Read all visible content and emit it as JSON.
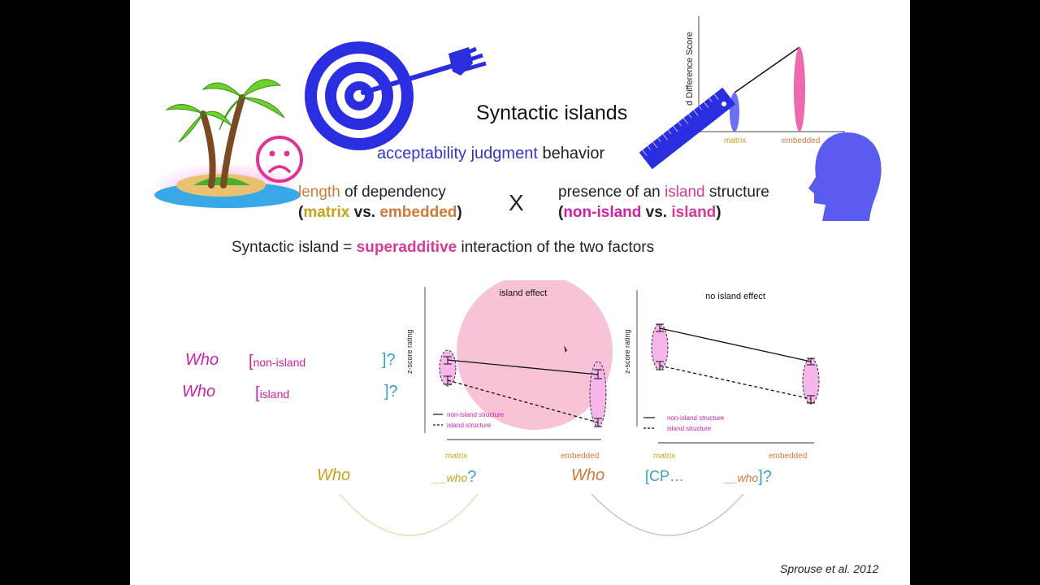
{
  "slide": {
    "title": "Syntactic islands",
    "subtitle_part1": "acceptability judgment",
    "subtitle_part2": "behavior",
    "factor1_line1_a": "length",
    "factor1_line1_b": "of dependency",
    "factor1_line2_open": "(",
    "factor1_line2_a": "matrix",
    "factor1_line2_vs": "vs.",
    "factor1_line2_b": "embedded",
    "factor1_line2_close": ")",
    "times": "X",
    "factor2_line1_a": "presence of an",
    "factor2_line1_b": "island",
    "factor2_line1_c": "structure",
    "factor2_line2_open": "(",
    "factor2_line2_a": "non-island",
    "factor2_line2_vs": "vs.",
    "factor2_line2_b": "island",
    "factor2_line2_close": ")",
    "definition_a": "Syntactic island =",
    "definition_b": "superadditive",
    "definition_c": "interaction of the two factors",
    "citation": "Sprouse et al. 2012"
  },
  "top_chart": {
    "y_label": "d Difference Score",
    "x_tick_1": "matrix",
    "x_tick_2": "embedded"
  },
  "left_examples": {
    "row1_who": "Who",
    "row1_bracket": "[",
    "row1_label": "non-island",
    "row1_close": "]?",
    "row2_who": "Who",
    "row2_bracket": "[",
    "row2_label": "island",
    "row2_close": "]?"
  },
  "chart_island": {
    "title": "island effect",
    "y_label": "z-score rating",
    "legend_solid": "non-island structure",
    "legend_dashed": "island structure",
    "x_tick_1": "matrix",
    "x_tick_2": "embedded"
  },
  "chart_no_island": {
    "title": "no island effect",
    "y_label": "z-score rating",
    "legend_solid": "non-island structure",
    "legend_dashed": "island structure",
    "x_tick_1": "matrix",
    "x_tick_2": "embedded"
  },
  "bottom_examples": {
    "ex1_who": "Who",
    "ex1_gap": "__who",
    "ex1_q": "?",
    "ex2_who": "Who",
    "ex2_cp": "[CP…",
    "ex2_gap": "__who",
    "ex2_close": "]?"
  },
  "colors": {
    "blue": "#3535c8",
    "orange": "#d07a3a",
    "pink": "#d63a9c",
    "gold": "#c9a21c",
    "head": "#5a5cf0",
    "target": "#2b2ee0"
  }
}
